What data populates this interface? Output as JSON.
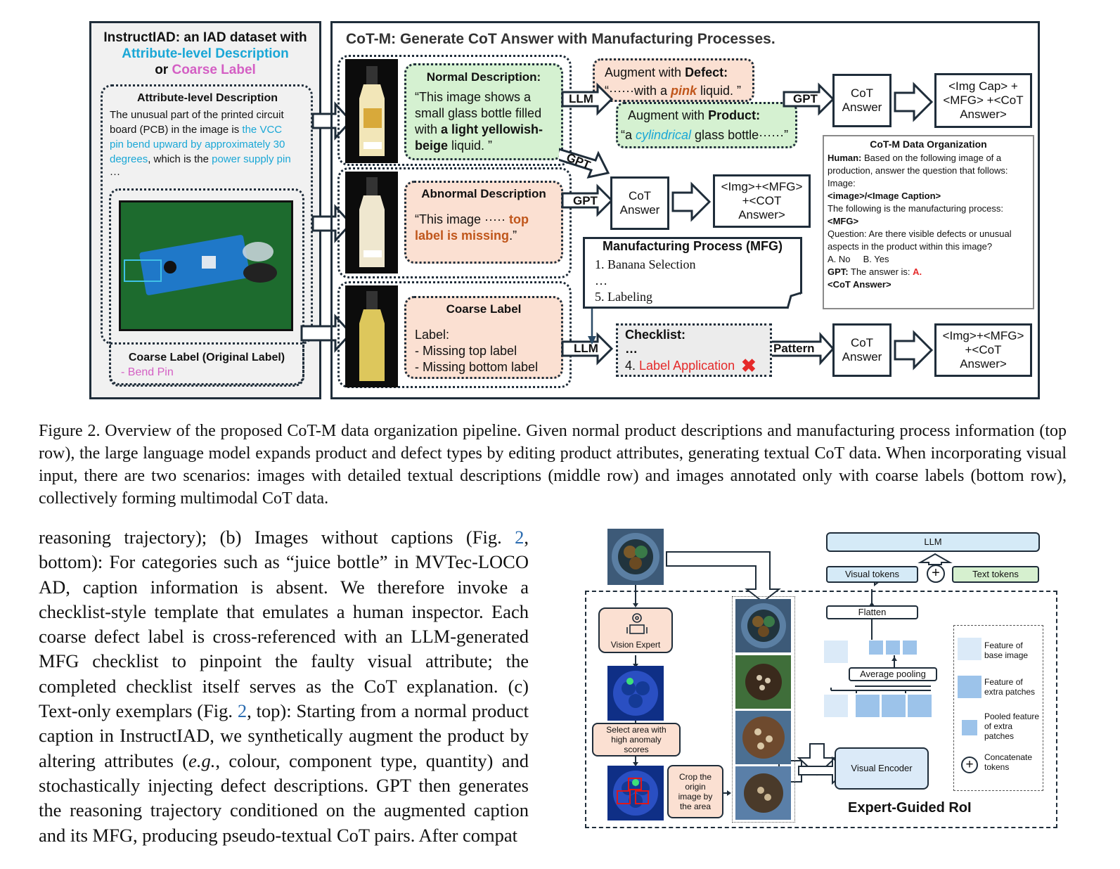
{
  "figure": {
    "left_panel": {
      "title_line1": "InstructIAD: an IAD dataset with",
      "title_line2": "Attribute-level Description",
      "title_or": "or",
      "title_line3": "Coarse Label",
      "attr_box_title": "Attribute-level Description",
      "attr_text_1": "The unusual part of the printed circuit board (PCB) in the image is",
      "attr_text_2": "the VCC pin bend upward by approximately 30 degrees",
      "attr_text_3": ", which is the",
      "attr_text_4": "power supply pin",
      "attr_text_5": " ···",
      "coarse_title": "Coarse Label (Original Label)",
      "coarse_value": "- Bend Pin"
    },
    "right_panel": {
      "title": "CoT-M: Generate CoT Answer with Manufacturing Processes.",
      "normal_desc_title": "Normal Description:",
      "normal_desc_text_a": "“This image shows a small glass bottle filled with ",
      "normal_desc_text_b": "a light yellowish-beige",
      "normal_desc_text_c": " liquid. ”",
      "abnormal_desc_title": "Abnormal Description",
      "abnormal_desc_text_a": "“This image ·····  ",
      "abnormal_desc_text_b": "top label is missing",
      "abnormal_desc_text_c": ".”",
      "coarse_label_title": "Coarse Label",
      "coarse_label_l1": "Label:",
      "coarse_label_l2": "- Missing top label",
      "coarse_label_l3": "- Missing bottom label",
      "aug_defect_title_a": "Augment with ",
      "aug_defect_title_b": "Defect:",
      "aug_defect_text_a": "“······with a ",
      "aug_defect_text_b": "pink",
      "aug_defect_text_c": " liquid. ”",
      "aug_product_title_a": "Augment with ",
      "aug_product_title_b": "Product:",
      "aug_product_text_a": "“a ",
      "aug_product_text_b": "cylindrical",
      "aug_product_text_c": " glass bottle······”",
      "llm_label": "LLM",
      "gpt_label": "GPT",
      "pattern_label": "Pattern",
      "cot_answer": "CoT Answer",
      "out_top": "<Img Cap> +<MFG> +<CoT Answer>",
      "out_mid": "<Img>+<MFG> +<COT Answer>",
      "out_bot": "<Img>+<MFG> +<CoT Answer>",
      "mfg_title": "Manufacturing Process (MFG)",
      "mfg_l1": "1. Banana Selection",
      "mfg_l2": "…",
      "mfg_l3": "5. Labeling",
      "checklist_title": "Checklist:",
      "checklist_l1": "…",
      "checklist_l2_a": "4. ",
      "checklist_l2_b": "Label Application",
      "org_title": "CoT-M Data Organization",
      "org_human_label": "Human:",
      "org_human_text": " Based on the following image of a production, answer the question that follows:",
      "org_image": "Image:",
      "org_image_tag": "<image>/<Image Caption>",
      "org_mfg_intro": "The following is the manufacturing process:",
      "org_mfg_tag": "<MFG>",
      "org_question": "Question: Are there visible defects or unusual aspects in the product within this image?",
      "org_options": "A. No     B. Yes",
      "org_gpt_label": "GPT:",
      "org_gpt_text": " The answer is: ",
      "org_gpt_answer": "A.",
      "org_cot_tag": "<CoT Answer>"
    }
  },
  "caption": "Figure 2.  Overview of the proposed CoT-M data organization pipeline.  Given normal product descriptions and manufacturing process information (top row), the large language model expands product and defect types by editing product attributes, generating textual CoT data. When incorporating visual input, there are two scenarios: images with detailed textual descriptions (middle row) and images annotated only with coarse labels (bottom row), collectively forming multimodal CoT data.",
  "body": {
    "p1": "reasoning trajectory); (b) Images without captions (Fig. ",
    "ref1": "2",
    "p2": ", bottom): For categories such as “juice bottle” in MVTec-LOCO AD, caption information is absent.  We therefore invoke a checklist-style template that emulates a human inspector. Each coarse defect label is cross-referenced with an LLM-generated MFG checklist to pinpoint the faulty visual attribute; the completed checklist itself serves as the CoT explanation.  (c) Text-only exemplars (Fig. ",
    "ref2": "2",
    "p3": ", top): Starting from a normal product caption in InstructIAD, we synthetically augment the product by altering attributes (",
    "eg": "e.g.",
    "p4": ", colour, component type, quantity) and stochastically injecting defect descriptions.  GPT then generates the reasoning trajectory conditioned on the augmented caption and its MFG, producing pseudo-textual CoT pairs.  After compat"
  },
  "diagram2": {
    "llm": "LLM",
    "visual_tokens": "Visual tokens",
    "text_tokens": "Text tokens",
    "flatten": "Flatten",
    "avg_pool": "Average pooling",
    "visual_encoder": "Visual Encoder",
    "vision_expert": "Vision Expert",
    "select_area": "Select area with high anomaly scores",
    "crop": "Crop the origin image by the area",
    "legend_base": "Feature of base image",
    "legend_extra": "Feature of extra patches",
    "legend_pooled": "Pooled feature of extra patches",
    "legend_concat": "Concatenate tokens",
    "title": "Expert-Guided RoI"
  }
}
